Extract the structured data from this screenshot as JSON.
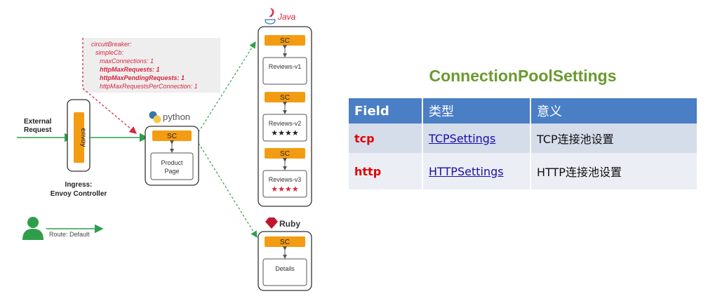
{
  "diagram": {
    "external_request": [
      "External",
      "Request"
    ],
    "envoy": "envoy",
    "ingress": [
      "Ingress:",
      "Envoy Controller"
    ],
    "route": "Route: Default",
    "python": "python",
    "java": "Java",
    "ruby": "Ruby",
    "sc": "SC",
    "product_page": [
      "Product",
      "Page"
    ],
    "reviews_v1": "Reviews-v1",
    "reviews_v2": "Reviews-v2",
    "reviews_v3": "Reviews-v3",
    "details": "Details",
    "stars": "★★★★",
    "colors": {
      "orange": "#f39c12",
      "green": "#2e9e4a",
      "red": "#d7263d",
      "star_black": "#222222",
      "star_red": "#d7263d"
    },
    "circuit_breaker": [
      "circuitBreaker:",
      "simpleCb:",
      "maxConnections: 1",
      "httpMaxRequests: 1",
      "httpMaxPendingRequests: 1",
      "httpMaxRequestsPerConnection: 1"
    ]
  },
  "settings": {
    "title": "ConnectionPoolSettings",
    "headers": [
      "Field",
      "类型",
      "意义"
    ],
    "rows": [
      {
        "field": "tcp",
        "type": "TCPSettings",
        "meaning": "TCP连接池设置"
      },
      {
        "field": "http",
        "type": "HTTPSettings",
        "meaning": "HTTP连接池设置"
      }
    ]
  }
}
